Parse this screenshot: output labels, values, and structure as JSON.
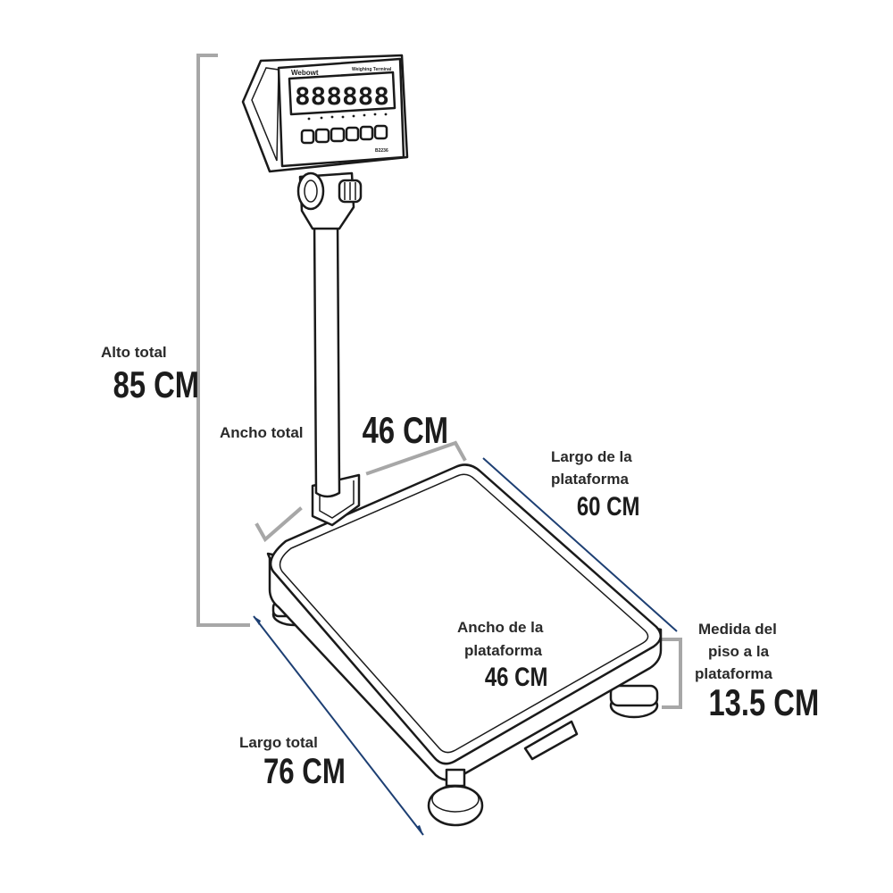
{
  "device": {
    "brand": "Webowt",
    "terminal_label": "Weighing Terminal",
    "display_digits": "888888",
    "model": "B2236"
  },
  "dimensions": {
    "alto_total": {
      "label": "Alto total",
      "value": "85 CM"
    },
    "ancho_total": {
      "label": "Ancho total",
      "value": "46 CM"
    },
    "largo_plataforma": {
      "label_line1": "Largo de la",
      "label_line2": "plataforma",
      "value": "60 CM"
    },
    "ancho_plataforma": {
      "label_line1": "Ancho de la",
      "label_line2": "plataforma",
      "value": "46 CM"
    },
    "medida_piso": {
      "label_line1": "Medida del",
      "label_line2": "piso a la",
      "label_line3": "plataforma",
      "value": "13.5 CM"
    },
    "largo_total": {
      "label": "Largo total",
      "value": "76 CM"
    }
  },
  "colors": {
    "dimension_gray": "#a7a7a7",
    "dimension_blue": "#1d3f73",
    "ink": "#1a1a1a"
  }
}
